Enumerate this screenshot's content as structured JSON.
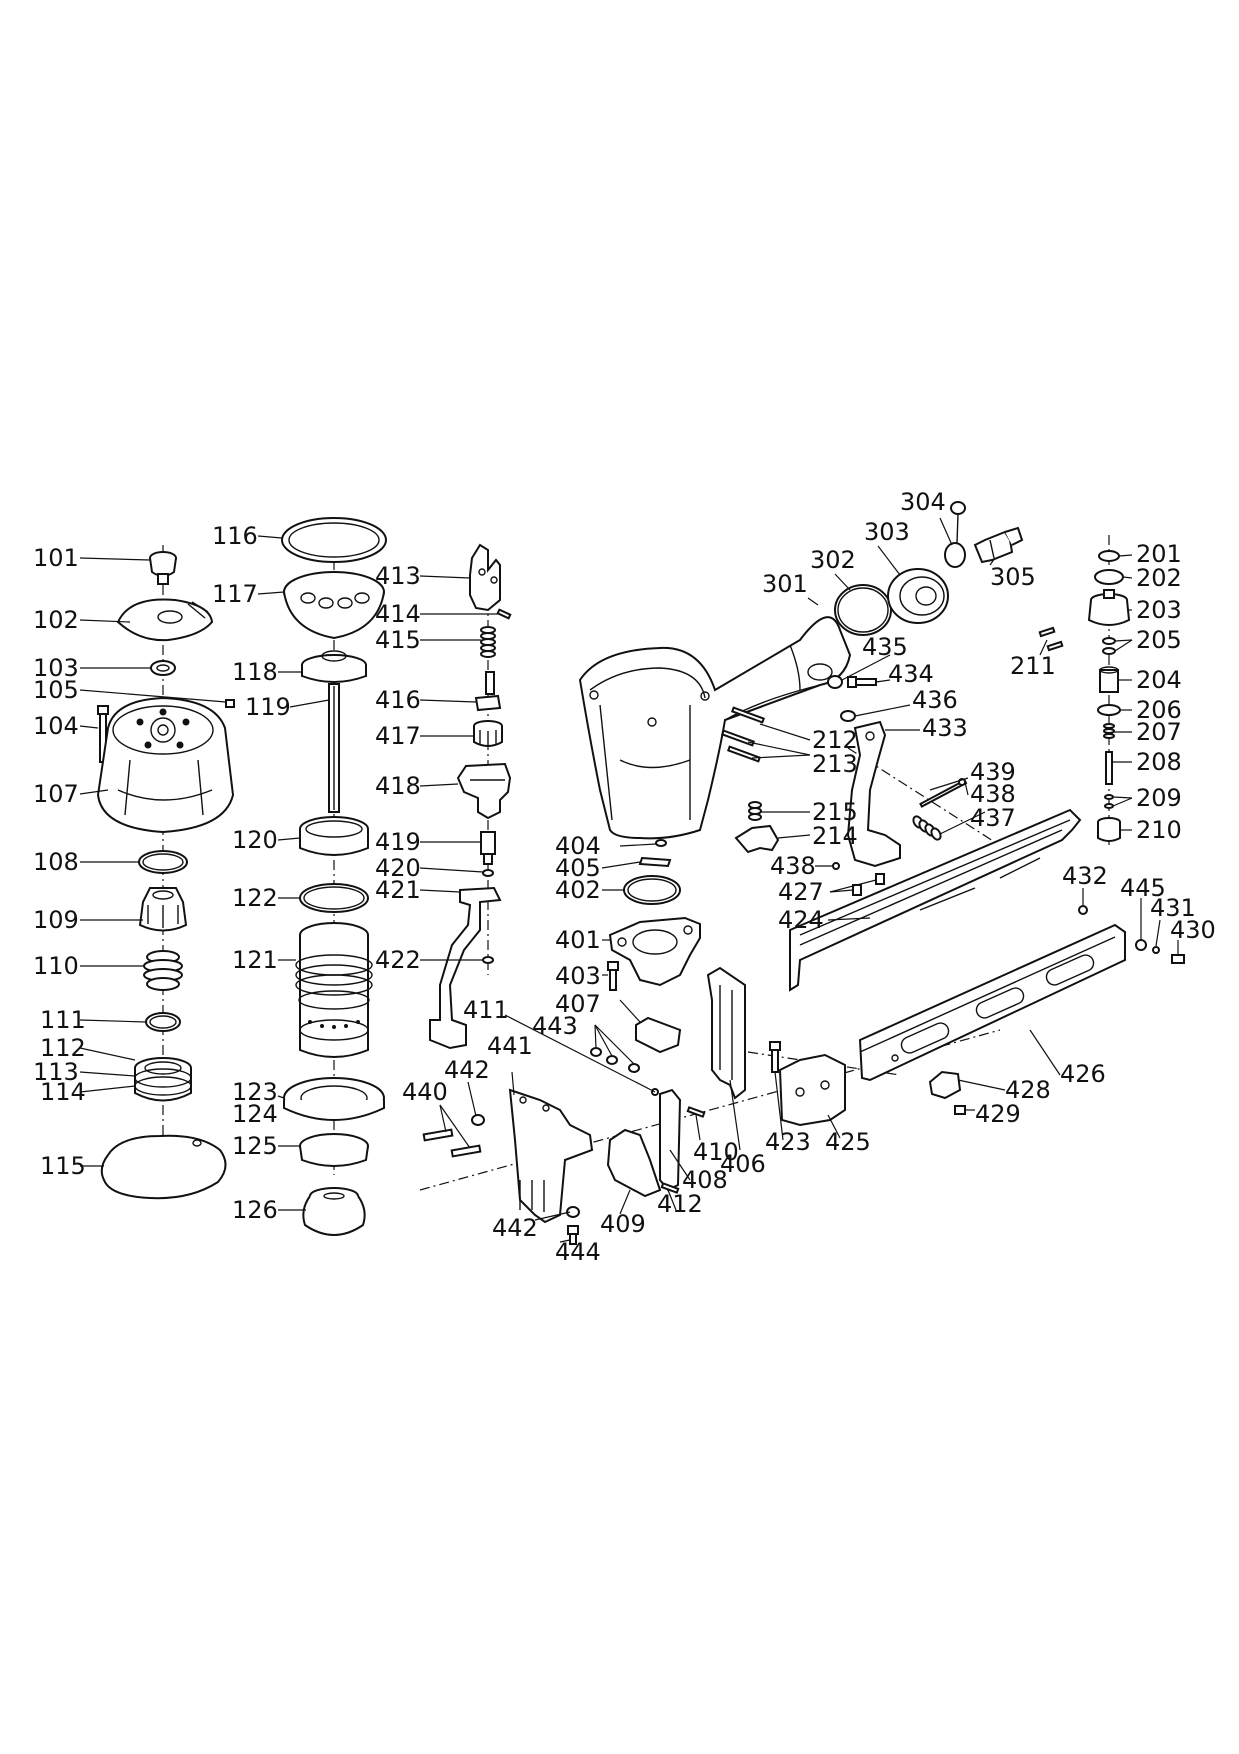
{
  "colors": {
    "line": "#111111",
    "background": "#ffffff"
  },
  "labels": {
    "p101": "101",
    "p102": "102",
    "p103": "103",
    "p104": "104",
    "p105": "105",
    "p107": "107",
    "p108": "108",
    "p109": "109",
    "p110": "110",
    "p111": "111",
    "p112": "112",
    "p113": "113",
    "p114": "114",
    "p115": "115",
    "p116": "116",
    "p117": "117",
    "p118": "118",
    "p119": "119",
    "p120": "120",
    "p121": "121",
    "p122": "122",
    "p123": "123",
    "p124": "124",
    "p125": "125",
    "p126": "126",
    "p201": "201",
    "p202": "202",
    "p203": "203",
    "p204": "204",
    "p205": "205",
    "p206": "206",
    "p207": "207",
    "p208": "208",
    "p209": "209",
    "p210": "210",
    "p211": "211",
    "p212": "212",
    "p213": "213",
    "p214": "214",
    "p215": "215",
    "p301": "301",
    "p302": "302",
    "p303": "303",
    "p304": "304",
    "p305": "305",
    "p401": "401",
    "p402": "402",
    "p403": "403",
    "p404": "404",
    "p405": "405",
    "p406": "406",
    "p407": "407",
    "p408": "408",
    "p409": "409",
    "p410": "410",
    "p411": "411",
    "p412": "412",
    "p413": "413",
    "p414": "414",
    "p415": "415",
    "p416": "416",
    "p417": "417",
    "p418": "418",
    "p419": "419",
    "p420": "420",
    "p421": "421",
    "p422": "422",
    "p423": "423",
    "p424": "424",
    "p425": "425",
    "p426": "426",
    "p427": "427",
    "p428": "428",
    "p429": "429",
    "p430": "430",
    "p431": "431",
    "p432": "432",
    "p433": "433",
    "p434": "434",
    "p435": "435",
    "p436": "436",
    "p437": "437",
    "p438a": "438",
    "p438b": "438",
    "p439": "439",
    "p440": "440",
    "p441": "441",
    "p442a": "442",
    "p442b": "442",
    "p443": "443",
    "p444": "444",
    "p445": "445"
  }
}
